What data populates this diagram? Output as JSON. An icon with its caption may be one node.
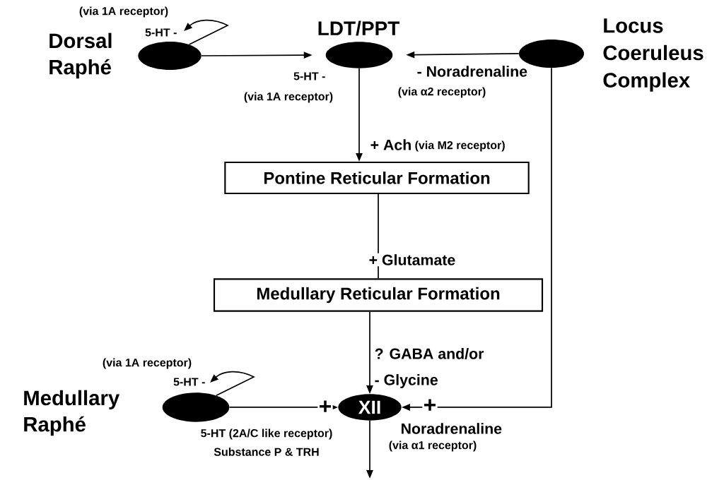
{
  "diagram": {
    "nodes": [
      {
        "text": [
          "Dorsal Raphé"
        ]
      },
      {
        "text": [
          "LDT/PPT"
        ]
      },
      {
        "text": [
          "Locus Coeruleus Complex"
        ]
      },
      {
        "text": [
          "Pontine Reticular Formation"
        ]
      },
      {
        "text": [
          "Medullary Reticular Formation"
        ]
      },
      {
        "text": [
          "Medullary Raphé"
        ]
      },
      {
        "text": [
          "XII"
        ]
      }
    ],
    "edges": [
      {
        "from": 0,
        "to": 0,
        "arrow": "to"
      },
      {
        "from": 0,
        "to": 1,
        "arrow": "to"
      },
      {
        "from": 2,
        "to": 1,
        "arrow": "to"
      },
      {
        "from": 1,
        "to": 3,
        "arrow": "to"
      },
      {
        "from": 3,
        "to": 4,
        "arrow": "none"
      },
      {
        "from": 4,
        "to": 6,
        "arrow": "to"
      },
      {
        "from": 2,
        "to": 6,
        "arrow": "to"
      },
      {
        "from": 5,
        "to": 5,
        "arrow": "to"
      },
      {
        "from": 5,
        "to": 6,
        "arrow": "to"
      },
      {
        "from": 6,
        "to": null,
        "arrow": "to"
      }
    ],
    "labels": [
      "(via 1A receptor)",
      "5-HT -",
      "5-HT -",
      "(via 1A receptor)",
      "- Noradrenaline",
      "(via α2 receptor)",
      "+ Ach",
      "(via M2 receptor)",
      "+ Glutamate",
      "? GABA and/or",
      "- Glycine",
      "(via 1A receptor)",
      "5-HT -",
      "+",
      "+",
      "Noradrenaline",
      "5-HT (2A/C like receptor)",
      "Substance P & TRH",
      "(via α1 receptor)"
    ]
  }
}
